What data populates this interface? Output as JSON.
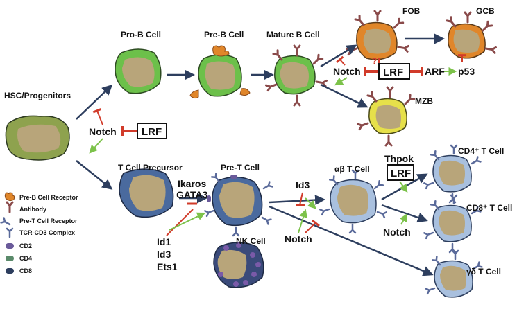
{
  "cells": {
    "hsc": "HSC/Progenitors",
    "pro_b": "Pro-B Cell",
    "pre_b": "Pre-B Cell",
    "mature_b": "Mature B Cell",
    "fob": "FOB",
    "gcb": "GCB",
    "mzb": "MZB",
    "t_precursor": "T Cell Precursor",
    "pre_t": "Pre-T Cell",
    "ab_t": "αβ T Cell",
    "cd4_t": "CD4⁺ T Cell",
    "cd8_t": "CD8⁺ T Cell",
    "gd_t": "γδ T Cell",
    "nk": "NK Cell"
  },
  "regulators": {
    "lrf": "LRF",
    "notch": "Notch",
    "arf": "ARF",
    "p53": "p53",
    "question": "?",
    "ikaros": "Ikaros",
    "gata3": "GATA3",
    "id1": "Id1",
    "id3": "Id3",
    "ets1": "Ets1",
    "thpok": "Thpok"
  },
  "legend": [
    {
      "label": "Pre-B Cell Receptor",
      "icon": "pre-b-receptor-icon"
    },
    {
      "label": "Antibody",
      "icon": "antibody-icon"
    },
    {
      "label": "Pre-T Cell Receptor",
      "icon": "pre-t-receptor-icon"
    },
    {
      "label": "TCR-CD3 Complex",
      "icon": "tcr-cd3-icon"
    },
    {
      "label": "CD2",
      "icon": "cd2-icon"
    },
    {
      "label": "CD4",
      "icon": "cd4-icon"
    },
    {
      "label": "CD8",
      "icon": "cd8-icon"
    }
  ],
  "colors": {
    "arrow": "#2d3e5e",
    "inhibit": "#d13b2a",
    "activate": "#7cc24a",
    "nucleus": "#b8a57a",
    "hsc_cell": "#8ea24e",
    "b_cell": "#6cc04a",
    "t_cell": "#4a6a9e",
    "t_cell_light": "#a9c0de",
    "nk_cell": "#3a4a7a",
    "antibody": "#8a4a4a",
    "pre_b_receptor": "#e0862a",
    "fob_cell": "#e0862a",
    "mzb_cell": "#e6e04a"
  }
}
